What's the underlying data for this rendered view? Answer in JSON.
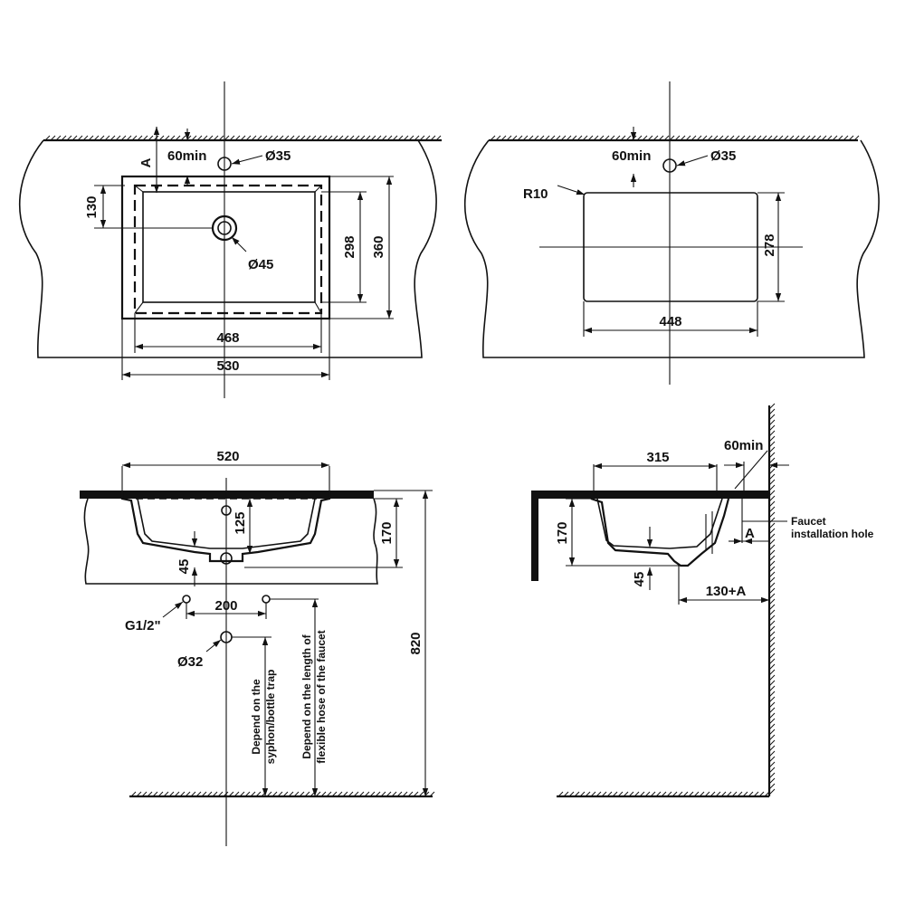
{
  "views": {
    "top_left": {
      "label_a": "A",
      "label_60min": "60min",
      "label_d35": "Ø35",
      "label_130": "130",
      "label_298": "298",
      "label_360": "360",
      "label_d45": "Ø45",
      "label_468": "468",
      "label_530": "530"
    },
    "top_right": {
      "label_60min": "60min",
      "label_d35": "Ø35",
      "label_r10": "R10",
      "label_278": "278",
      "label_448": "448"
    },
    "front": {
      "label_520": "520",
      "label_125": "125",
      "label_170": "170",
      "label_45": "45",
      "label_200": "200",
      "label_g12": "G1/2\"",
      "label_d32": "Ø32",
      "label_820": "820",
      "note_syphon_1": "Depend on the",
      "note_syphon_2": "syphon/bottle trap",
      "note_hose_1": "Depend on the length of",
      "note_hose_2": "flexible hose of the faucet"
    },
    "side": {
      "label_315": "315",
      "label_60min": "60min",
      "label_170": "170",
      "label_45": "45",
      "label_a": "A",
      "label_130a": "130+A",
      "note_faucet_1": "Faucet",
      "note_faucet_2": "installation hole"
    }
  }
}
